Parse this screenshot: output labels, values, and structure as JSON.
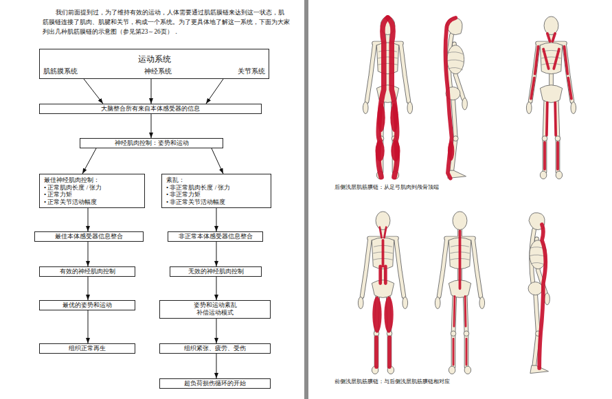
{
  "diagram": {
    "nodes": [
      {
        "text": [
          "运动系统",
          "肌筋膜系统",
          "神经系统",
          "关节系统"
        ]
      },
      {
        "text": [
          "大脑整合所有来自本体感受器的信息"
        ]
      },
      {
        "text": [
          "神经肌肉控制：姿势和运动"
        ]
      },
      {
        "text": [
          "最佳神经肌肉控制：",
          "• 正常肌肉长度 / 张力",
          "• 正常力矩",
          "• 正常关节活动幅度"
        ]
      },
      {
        "text": [
          "紊乱：",
          "• 非正常肌肉长度 / 张力",
          "• 非正常力矩",
          "• 非正常关节活动幅度"
        ]
      },
      {
        "text": [
          "最佳本体感受器信息整合"
        ]
      },
      {
        "text": [
          "非正常本体感受器信息整合"
        ]
      },
      {
        "text": [
          "有效的神经肌肉控制"
        ]
      },
      {
        "text": [
          "无效的神经肌肉控制"
        ]
      },
      {
        "text": [
          "最优的姿势和运动"
        ]
      },
      {
        "text": [
          "姿势和运动紊乱",
          "补偿运动模式"
        ]
      },
      {
        "text": [
          "组织正常再生"
        ]
      },
      {
        "text": [
          "组织紧张、疲劳、受伤"
        ]
      },
      {
        "text": [
          "超负荷损伤循环的开始"
        ]
      }
    ],
    "edges": [
      {
        "from": 0,
        "to": 1,
        "arrow": "to"
      },
      {
        "from": 0,
        "to": 1,
        "arrow": "to"
      },
      {
        "from": 0,
        "to": 1,
        "arrow": "to"
      },
      {
        "from": 1,
        "to": 2,
        "arrow": "to"
      },
      {
        "from": 2,
        "to": 3,
        "arrow": "to"
      },
      {
        "from": 2,
        "to": 4,
        "arrow": "to"
      },
      {
        "from": 3,
        "to": 5,
        "arrow": "to"
      },
      {
        "from": 4,
        "to": 6,
        "arrow": "to"
      },
      {
        "from": 5,
        "to": 7,
        "arrow": "to"
      },
      {
        "from": 6,
        "to": 8,
        "arrow": "to"
      },
      {
        "from": 7,
        "to": 9,
        "arrow": "to"
      },
      {
        "from": 8,
        "to": 10,
        "arrow": "to"
      },
      {
        "from": 9,
        "to": 11,
        "arrow": "to"
      },
      {
        "from": 10,
        "to": 12,
        "arrow": "to"
      },
      {
        "from": 12,
        "to": 13,
        "arrow": "to"
      }
    ],
    "labels": [
      "我们前面提到过，为了维持有效的运动，人体需要通过肌筋膜链来达到这一状态，肌筋膜链连接了肌肉、肌腱和关节，构成一个系统。为了更具体地了解这一系统，下面为大家列出几种肌筋膜链的示意图（参见第23～26页）．",
      "后侧浅层肌筋膜链：从足弓肌肉到颅骨顶端",
      "前侧浅层肌筋膜链：与后侧浅层肌筋膜链相对应"
    ]
  }
}
